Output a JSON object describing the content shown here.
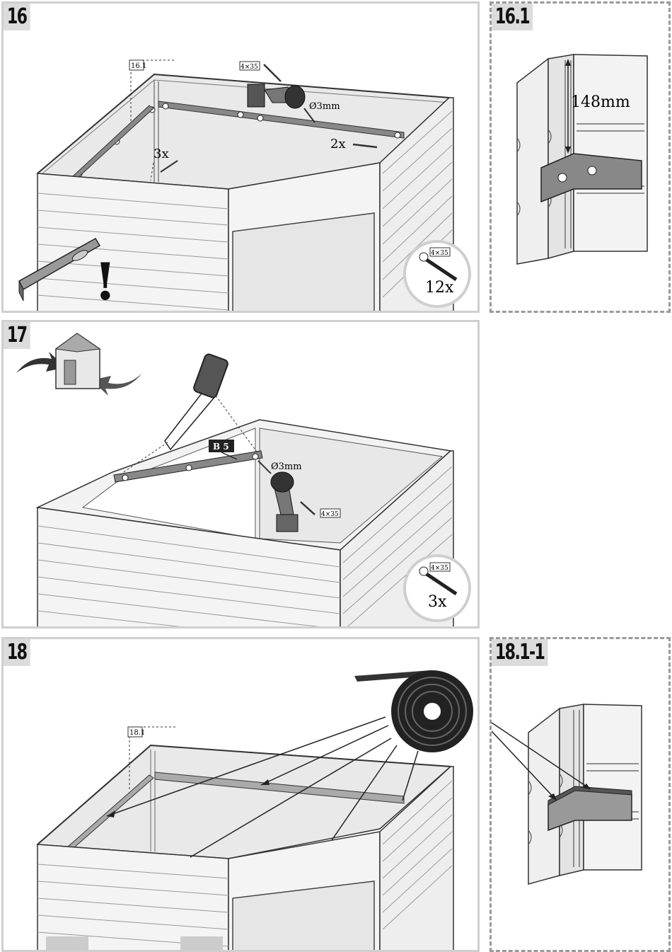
{
  "steps": {
    "s16": "16",
    "s16_1": "16.1",
    "s17": "17",
    "s18": "18",
    "s18_1_1": "18.1-1"
  },
  "step16": {
    "detail_ref": "16.1",
    "screw_tag": "4×35",
    "drill_size": "Ø3mm",
    "count_left": "3x",
    "count_right": "2x",
    "screw_badge_tag": "4×35",
    "screw_badge_count": "12x",
    "warning": "!"
  },
  "detail16_1": {
    "measurement": "148mm"
  },
  "step17": {
    "part_label": "B 5",
    "drill_size": "Ø3mm",
    "screw_tag": "4×35",
    "screw_badge_tag": "4×35",
    "screw_badge_count": "3x"
  },
  "step18": {
    "detail_ref": "18.1"
  }
}
